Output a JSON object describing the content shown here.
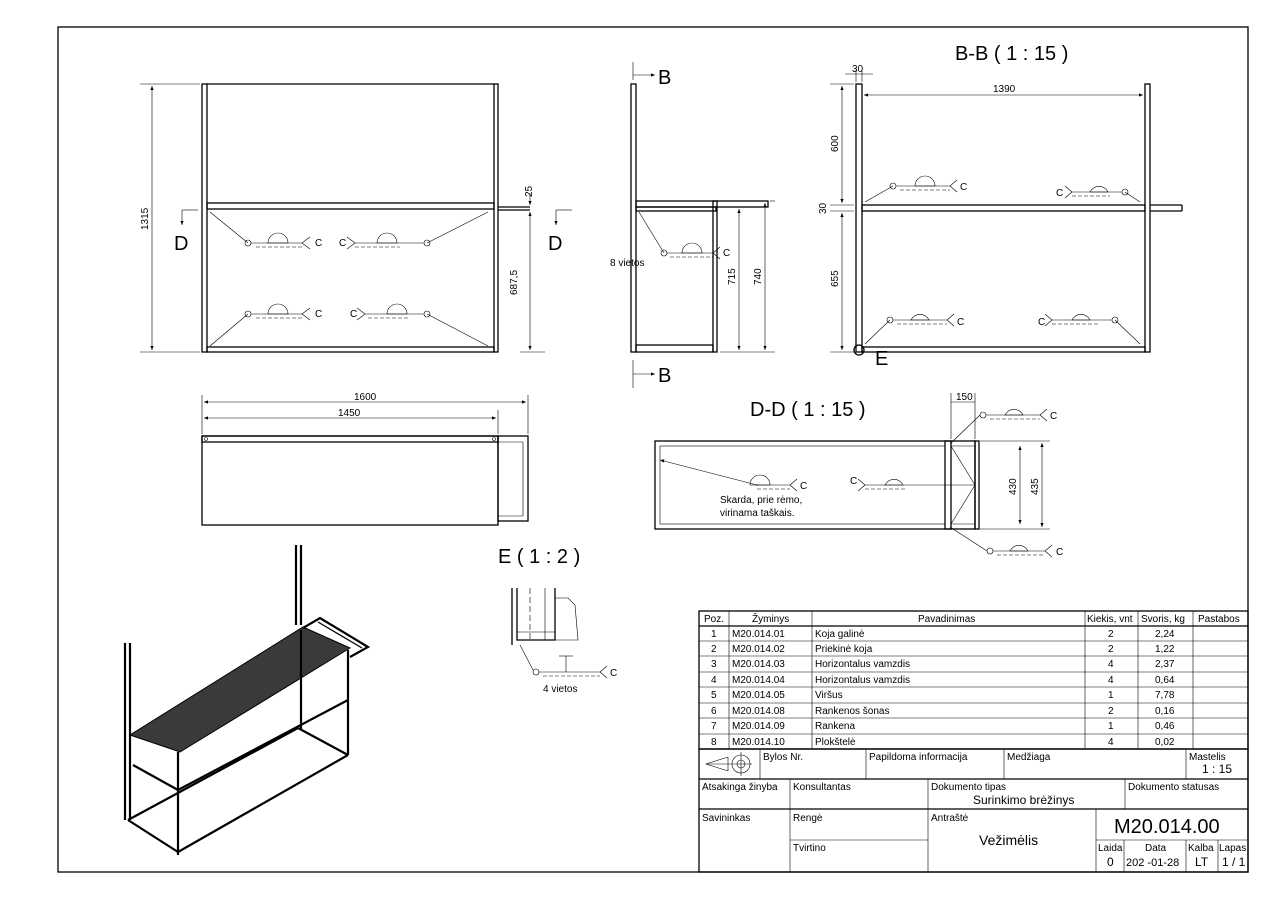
{
  "views": {
    "front": {
      "section_letter_left": "D",
      "section_letter_right": "D",
      "dim_height": "1315",
      "dim_top": "25",
      "dim_lower": "687,5",
      "weld_symbol": "C"
    },
    "side": {
      "section_letter_top": "B",
      "section_letter_bottom": "B",
      "note": "8 vietos",
      "dim_715": "715",
      "dim_740": "740"
    },
    "bb": {
      "title": "B-B ( 1 : 15 )",
      "dim_30_top": "30",
      "dim_1390": "1390",
      "dim_600": "600",
      "dim_30_mid": "30",
      "dim_655": "655",
      "detail_letter": "E"
    },
    "top": {
      "dim_1600": "1600",
      "dim_1450": "1450"
    },
    "dd": {
      "title": "D-D ( 1 : 15 )",
      "dim_150": "150",
      "dim_430": "430",
      "dim_435": "435",
      "note_line1": "Skarda, prie rėmo,",
      "note_line2": "virinama taškais."
    },
    "e": {
      "title": "E ( 1 : 2 )",
      "note": "4 vietos"
    }
  },
  "bom": {
    "headers": [
      "Poz.",
      "Žyminys",
      "Pavadinimas",
      "Kiekis, vnt",
      "Svoris, kg",
      "Pastabos"
    ],
    "rows": [
      [
        "1",
        "M20.014.01",
        "Koja galinė",
        "2",
        "2,24",
        ""
      ],
      [
        "2",
        "M20.014.02",
        "Priekinė koja",
        "2",
        "1,22",
        ""
      ],
      [
        "3",
        "M20.014.03",
        "Horizontalus vamzdis",
        "4",
        "2,37",
        ""
      ],
      [
        "4",
        "M20.014.04",
        "Horizontalus vamzdis",
        "4",
        "0,64",
        ""
      ],
      [
        "5",
        "M20.014.05",
        "Viršus",
        "1",
        "7,78",
        ""
      ],
      [
        "6",
        "M20.014.08",
        "Rankenos šonas",
        "2",
        "0,16",
        ""
      ],
      [
        "7",
        "M20.014.09",
        "Rankena",
        "1",
        "0,46",
        ""
      ],
      [
        "8",
        "M20.014.10",
        "Plokštelė",
        "4",
        "0,02",
        ""
      ]
    ]
  },
  "title_block": {
    "bylos_nr": "Bylos Nr.",
    "papildoma": "Papildoma informacija",
    "medziaga": "Medžiaga",
    "mastelis_label": "Mastelis",
    "mastelis_value": "1 : 15",
    "atsakinga": "Atsakinga žinyba",
    "konsultantas": "Konsultantas",
    "dok_tipas_label": "Dokumento tipas",
    "dok_tipas_value": "Surinkimo brėžinys",
    "dok_statusas": "Dokumento statusas",
    "savininkas": "Savininkas",
    "rengé": "Rengė",
    "antraste_label": "Antraštė",
    "antraste_value": "Vežimėlis",
    "doc_number": "M20.014.00",
    "tvirtino": "Tvirtino",
    "laida_label": "Laida",
    "laida_value": "0",
    "data_label": "Data",
    "data_value": "202 -01-28",
    "kalba_label": "Kalba",
    "kalba_value": "LT",
    "lapas_label": "Lapas",
    "lapas_value": "1 / 1"
  }
}
